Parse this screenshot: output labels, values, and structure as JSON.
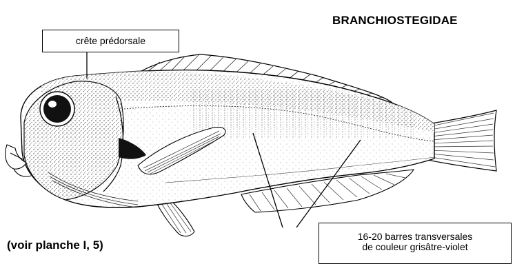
{
  "family_title": "BRANCHIOSTEGIDAE",
  "labels": {
    "predorsal_crest": "crête prédorsale",
    "bars_line1": "16-20 barres transversales",
    "bars_line2": "de couleur grisâtre-violet"
  },
  "plate_reference": "(voir planche I, 5)"
}
